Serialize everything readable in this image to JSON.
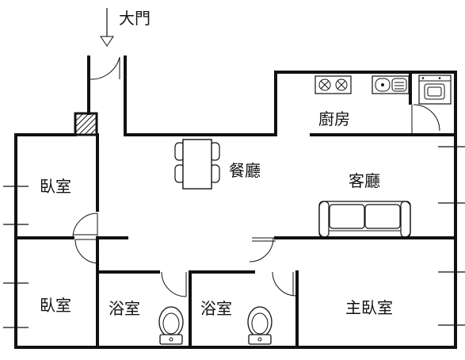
{
  "plan": {
    "entrance": "大門",
    "rooms": {
      "kitchen": "廚房",
      "dining": "餐廳",
      "living": "客廳",
      "bedroom_1": "臥室",
      "bedroom_2": "臥室",
      "bathroom_1": "浴室",
      "bathroom_2": "浴室",
      "master_bedroom": "主臥室"
    }
  },
  "icons": {
    "entrance_arrow": "arrow-down-icon",
    "stove": "stove-icon",
    "sink": "sink-icon",
    "washer": "washing-machine-icon",
    "dining_table": "dining-table-icon",
    "sofa": "sofa-icon",
    "toilet": "toilet-icon",
    "pillar": "hatched-pillar-icon"
  }
}
